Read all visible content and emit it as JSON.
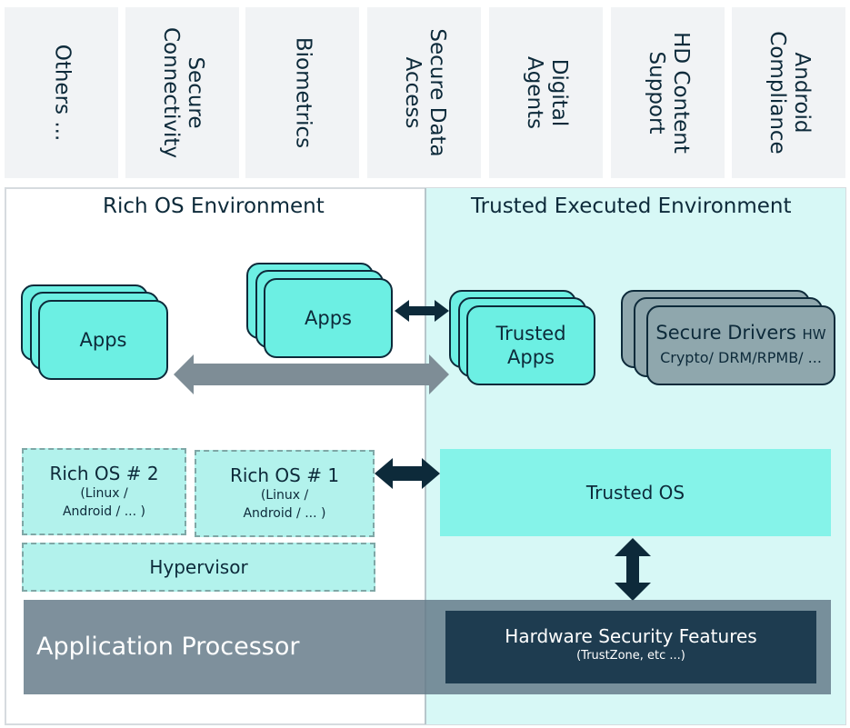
{
  "use_cases": [
    {
      "label": "Others ..."
    },
    {
      "label": "Secure\nConnectivity"
    },
    {
      "label": "Biometrics"
    },
    {
      "label": "Secure Data\nAccess"
    },
    {
      "label": "Digital\nAgents"
    },
    {
      "label": "HD Content\nSupport"
    },
    {
      "label": "Android\nCompliance"
    }
  ],
  "rich_env": {
    "title": "Rich OS Environment",
    "apps_left": "Apps",
    "apps_right": "Apps",
    "rich_os_2": {
      "title": "Rich OS # 2",
      "sub1": "(Linux /",
      "sub2": "Android / ... )"
    },
    "rich_os_1": {
      "title": "Rich OS # 1",
      "sub1": "(Linux /",
      "sub2": "Android / ... )"
    },
    "hypervisor": "Hypervisor"
  },
  "tee": {
    "title": "Trusted Executed Environment",
    "trusted_apps_line1": "Trusted",
    "trusted_apps_line2": "Apps",
    "secure_drivers": "Secure Drivers",
    "secure_drivers_hw": "HW",
    "secure_drivers_sub": "Crypto/ DRM/RPMB/ ...",
    "trusted_os": "Trusted OS"
  },
  "processor": {
    "label": "Application Processor",
    "hsf_title": "Hardware Security Features",
    "hsf_sub": "(TrustZone, etc ...)"
  },
  "colors": {
    "navy": "#0d2a3a",
    "teal": "#6cefe3",
    "tee_bg": "#d7f8f6",
    "gray_arrow": "#7e8d96"
  }
}
